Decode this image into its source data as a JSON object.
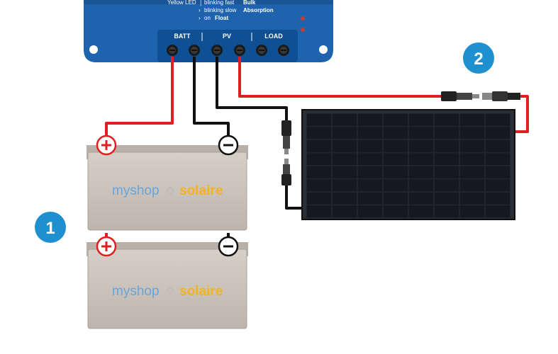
{
  "controller": {
    "led_legend": {
      "line1_label": "Yellow LED",
      "line1_state": "blinking fast",
      "line1_mode": "Bulk",
      "line2_state": "blinking slow",
      "line2_mode": "Absorption",
      "line3_state": "on",
      "line3_mode": "Float"
    },
    "terminals": {
      "batt": "BATT",
      "pv": "PV",
      "load": "LOAD"
    },
    "polarity": {
      "batt_pos": "+",
      "batt_neg": "−",
      "pv_neg": "−",
      "pv_pos": "+",
      "load_neg": "−",
      "load_pos": "+"
    }
  },
  "batteries": [
    {
      "brand_part1": "myshop",
      "brand_part2": "solaire"
    },
    {
      "brand_part1": "myshop",
      "brand_part2": "solaire"
    }
  ],
  "badges": {
    "battery_step": "1",
    "panel_step": "2"
  },
  "colors": {
    "controller_blue": "#1e63ad",
    "wire_red": "#e02020",
    "wire_black": "#111111",
    "battery_body": "#c9c2bb",
    "badge_blue": "#1e90cf",
    "panel_dark": "#1a1d22"
  }
}
